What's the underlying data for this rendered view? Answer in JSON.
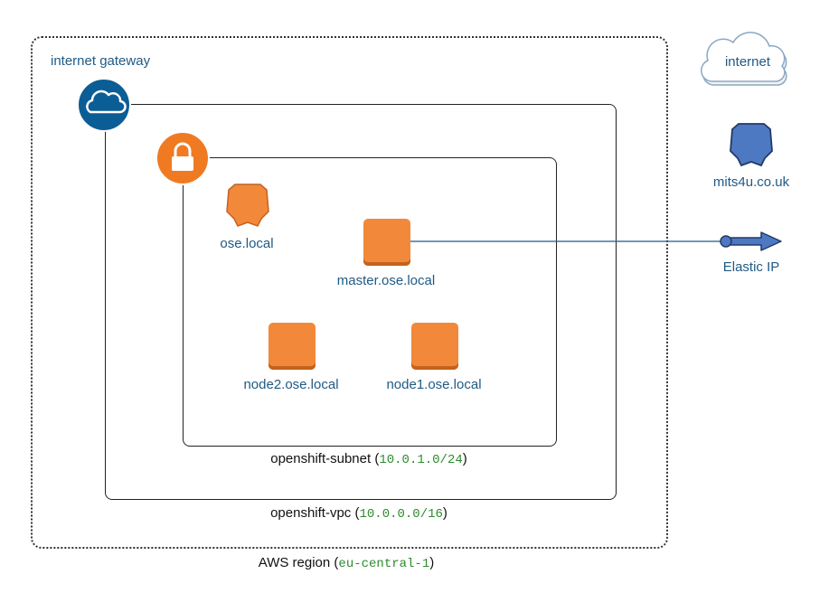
{
  "region": {
    "label": "AWS region",
    "code": "eu-central-1"
  },
  "vpc": {
    "label": "openshift-vpc",
    "cidr": "10.0.0.0/16"
  },
  "subnet": {
    "label": "openshift-subnet",
    "cidr": "10.0.1.0/24"
  },
  "gateway": {
    "label": "internet gateway"
  },
  "dns_zone": {
    "label": "ose.local"
  },
  "instances": [
    {
      "label": "master.ose.local"
    },
    {
      "label": "node2.ose.local"
    },
    {
      "label": "node1.ose.local"
    }
  ],
  "internet": {
    "label": "internet"
  },
  "public_zone": {
    "label": "mits4u.co.uk"
  },
  "elastic_ip": {
    "label": "Elastic IP"
  },
  "colors": {
    "orange": "#f2883a",
    "blue": "#1f5a85",
    "gateway_blue": "#0b5d95",
    "cidr_green": "#2e8b2e"
  }
}
